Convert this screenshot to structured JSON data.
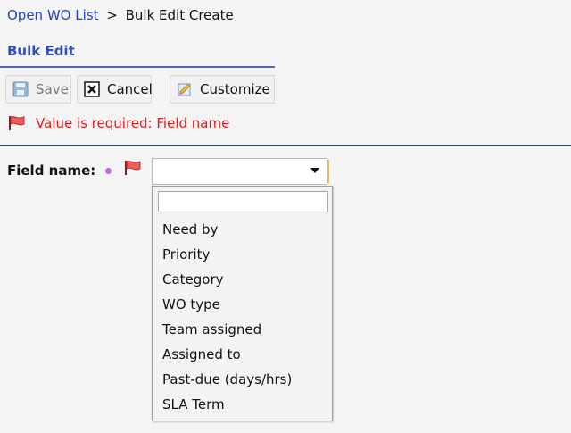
{
  "breadcrumb": {
    "link": "Open WO List",
    "separator": ">",
    "current": "Bulk Edit Create"
  },
  "section": {
    "title": "Bulk Edit"
  },
  "toolbar": {
    "save_label": "Save",
    "cancel_label": "Cancel",
    "customize_label": "Customize"
  },
  "error": {
    "message": "Value is required: Field name"
  },
  "field": {
    "label": "Field name:",
    "selected_value": ""
  },
  "dropdown": {
    "search_value": "",
    "items": [
      "Need by",
      "Priority",
      "Category",
      "WO type",
      "Team assigned",
      "Assigned to",
      "Past-due (days/hrs)",
      "SLA Term"
    ]
  },
  "colors": {
    "link": "#1f44cc",
    "section_title": "#2f4fb2",
    "error": "#df1e1e",
    "required_dot": "#c06ed7",
    "rule": "#2f4f77"
  },
  "icons": {
    "save": "floppy-disk-icon",
    "cancel": "x-box-icon",
    "customize": "edit-note-icon",
    "error": "red-flag-icon"
  }
}
